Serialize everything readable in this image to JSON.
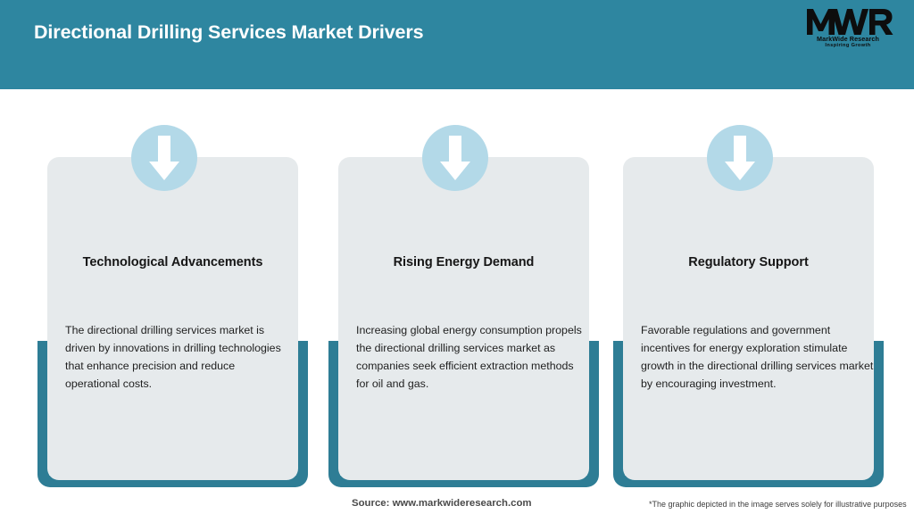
{
  "header": {
    "title": "Directional Drilling Services Market Drivers",
    "background_color": "#2e86a0",
    "logo": {
      "mark": "MWR",
      "name": "MarkWide Research",
      "tagline": "Inspiring Growth"
    }
  },
  "cards": [
    {
      "icon": "down-arrow-icon",
      "heading": "Technological Advancements",
      "body": "The directional drilling services market is driven by innovations in drilling technologies that enhance precision and reduce operational costs."
    },
    {
      "icon": "down-arrow-icon",
      "heading": "Rising Energy Demand",
      "body": "Increasing global energy consumption propels the directional drilling services market as companies seek efficient extraction methods for oil and gas."
    },
    {
      "icon": "down-arrow-icon",
      "heading": "Regulatory Support",
      "body": "Favorable regulations and government incentives for energy exploration stimulate growth in the directional drilling services market by encouraging investment."
    }
  ],
  "footer": {
    "source": "Source: www.markwideresearch.com",
    "disclaimer": "*The graphic depicted in the image serves solely for illustrative purposes"
  },
  "colors": {
    "header_teal": "#2e86a0",
    "frame_teal": "#2e7d95",
    "panel_grey": "#e6eaec",
    "badge_blue": "#b3d9e8",
    "arrow_white": "#ffffff"
  }
}
